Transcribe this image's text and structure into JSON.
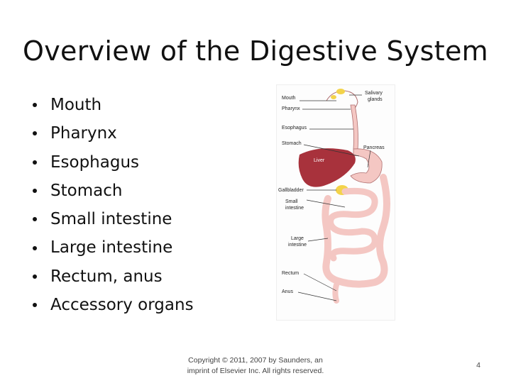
{
  "slide": {
    "title": "Overview of the Digestive System",
    "bullets": [
      "Mouth",
      "Pharynx",
      "Esophagus",
      "Stomach",
      "Small intestine",
      "Large intestine",
      "Rectum, anus",
      "Accessory organs"
    ],
    "copyright_line1": "Copyright © 2011, 2007 by Saunders, an",
    "copyright_line2": "imprint of Elsevier Inc. All rights reserved.",
    "page_number": "4"
  },
  "figure": {
    "labels": {
      "mouth": "Mouth",
      "pharynx": "Pharynx",
      "esophagus": "Esophagus",
      "stomach": "Stomach",
      "liver": "Liver",
      "gallbladder": "Gallbladder",
      "small_intestine_1": "Small",
      "small_intestine_2": "intestine",
      "large_intestine_1": "Large",
      "large_intestine_2": "intestine",
      "rectum": "Rectum",
      "anus": "Anus",
      "salivary_1": "Salivary",
      "salivary_2": "glands",
      "pancreas": "Pancreas"
    },
    "colors": {
      "tract": "#f4c7c3",
      "tract_outline": "#b07070",
      "liver": "#a8323c",
      "gallbladder": "#f3d34a",
      "salivary": "#f3d34a"
    }
  }
}
